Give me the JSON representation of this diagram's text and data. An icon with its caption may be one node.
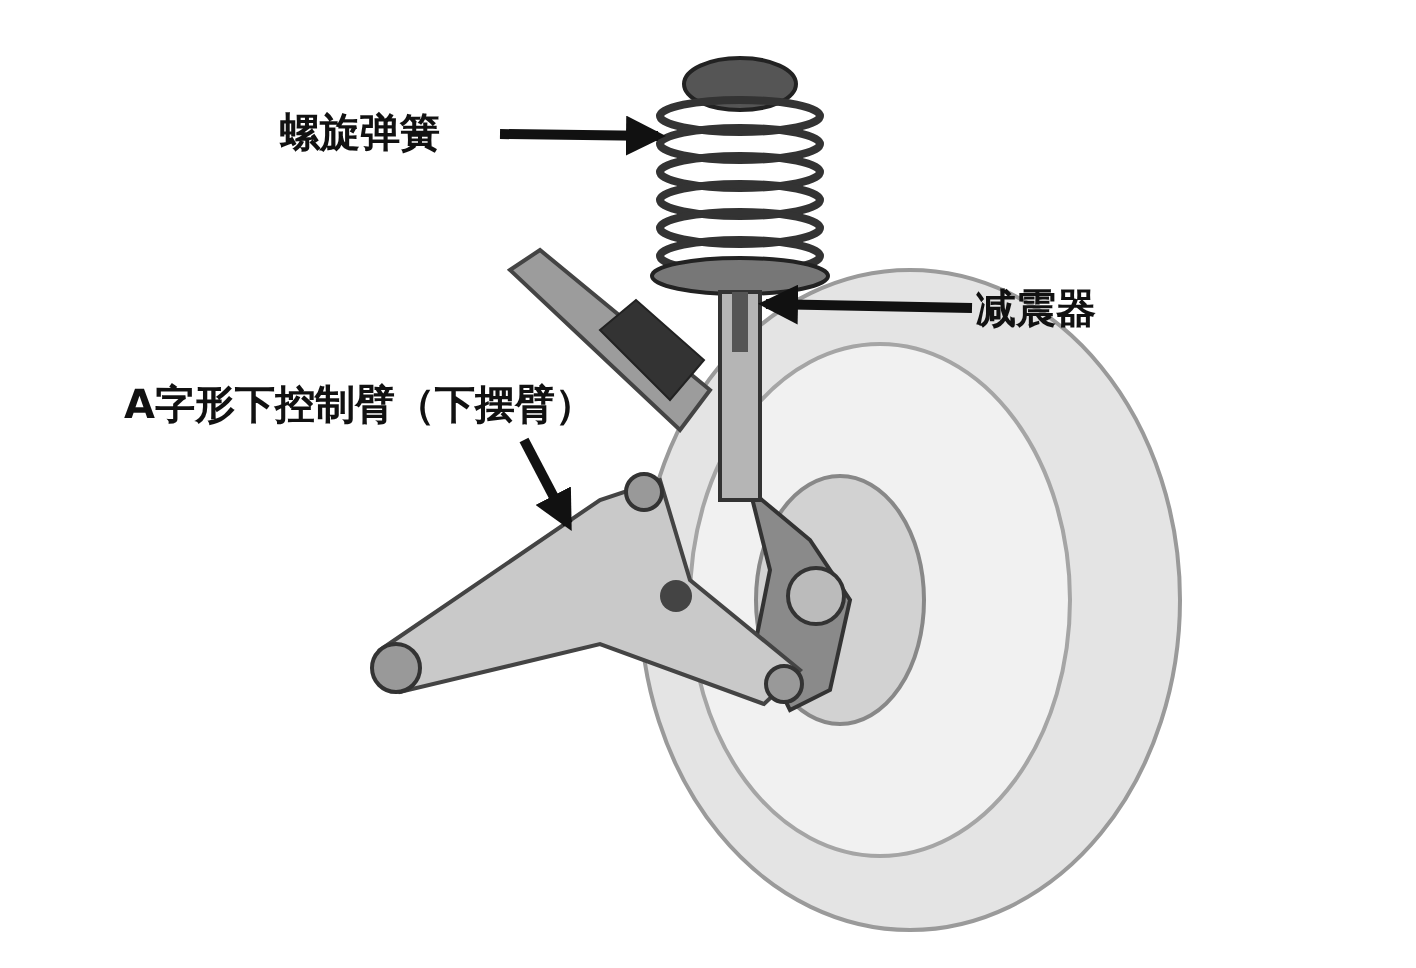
{
  "diagram": {
    "nodes": [
      {
        "text": [
          "螺旋弹簧"
        ]
      },
      {
        "text": [],
        "shape": "picture"
      },
      {
        "text": [
          "减震器"
        ]
      },
      {
        "text": [],
        "shape": "picture"
      },
      {
        "text": [
          "A字形下控制臂（下摆臂）"
        ]
      },
      {
        "text": [],
        "shape": "picture"
      }
    ],
    "edges": [
      {
        "from": 0,
        "to": 1,
        "arrow": "to"
      },
      {
        "from": 2,
        "to": 3,
        "arrow": "to"
      },
      {
        "from": 4,
        "to": 5,
        "arrow": "to"
      }
    ]
  }
}
